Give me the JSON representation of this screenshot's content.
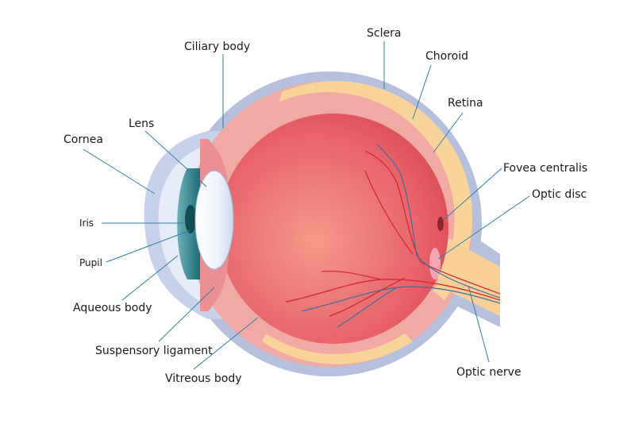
{
  "labels": {
    "sclera": "Sclera",
    "ciliary_body": "Ciliary body",
    "choroid": "Choroid",
    "retina": "Retina",
    "lens": "Lens",
    "cornea": "Cornea",
    "fovea_centralis": "Fovea centralis",
    "optic_disc": "Optic disc",
    "iris": "Iris",
    "pupil": "Pupil",
    "aqueous_body": "Aqueous body",
    "suspensory_ligament": "Suspensory ligament",
    "vitreous_body": "Vitreous body",
    "optic_nerve": "Optic nerve"
  },
  "colors": {
    "sclera": "#b6c0dd",
    "choroid": "#f1a9a3",
    "retina": "#f9d49a",
    "vitreous_center": "#f6998a",
    "vitreous_edge": "#d94a52",
    "cornea": "#dfe6f7",
    "iris": "#2f8a95",
    "lens": "#f3f8fd",
    "nerve": "#f8cf97",
    "artery": "#d8202a",
    "vein": "#3d6e9e",
    "leader": "#2f7fa6"
  }
}
